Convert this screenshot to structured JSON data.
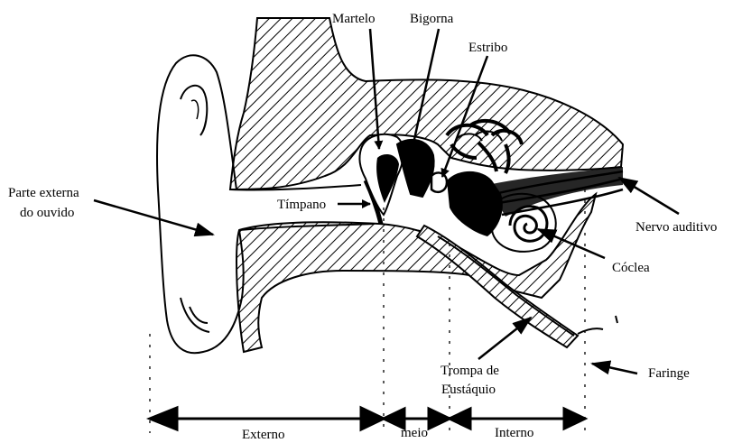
{
  "labels": {
    "martelo": "Martelo",
    "bigorna": "Bigorna",
    "estribo": "Estribo",
    "parte_externa_line1": "Parte externa",
    "parte_externa_line2": "do ouvido",
    "timpano": "Tímpano",
    "nervo_auditivo": "Nervo auditivo",
    "coclea": "Cóclea",
    "trompa_line1": "Trompa de",
    "trompa_line2": "Eustáquio",
    "faringe": "Faringe"
  },
  "sections": {
    "externo": "Externo",
    "meio": "meio",
    "interno": "Interno"
  }
}
